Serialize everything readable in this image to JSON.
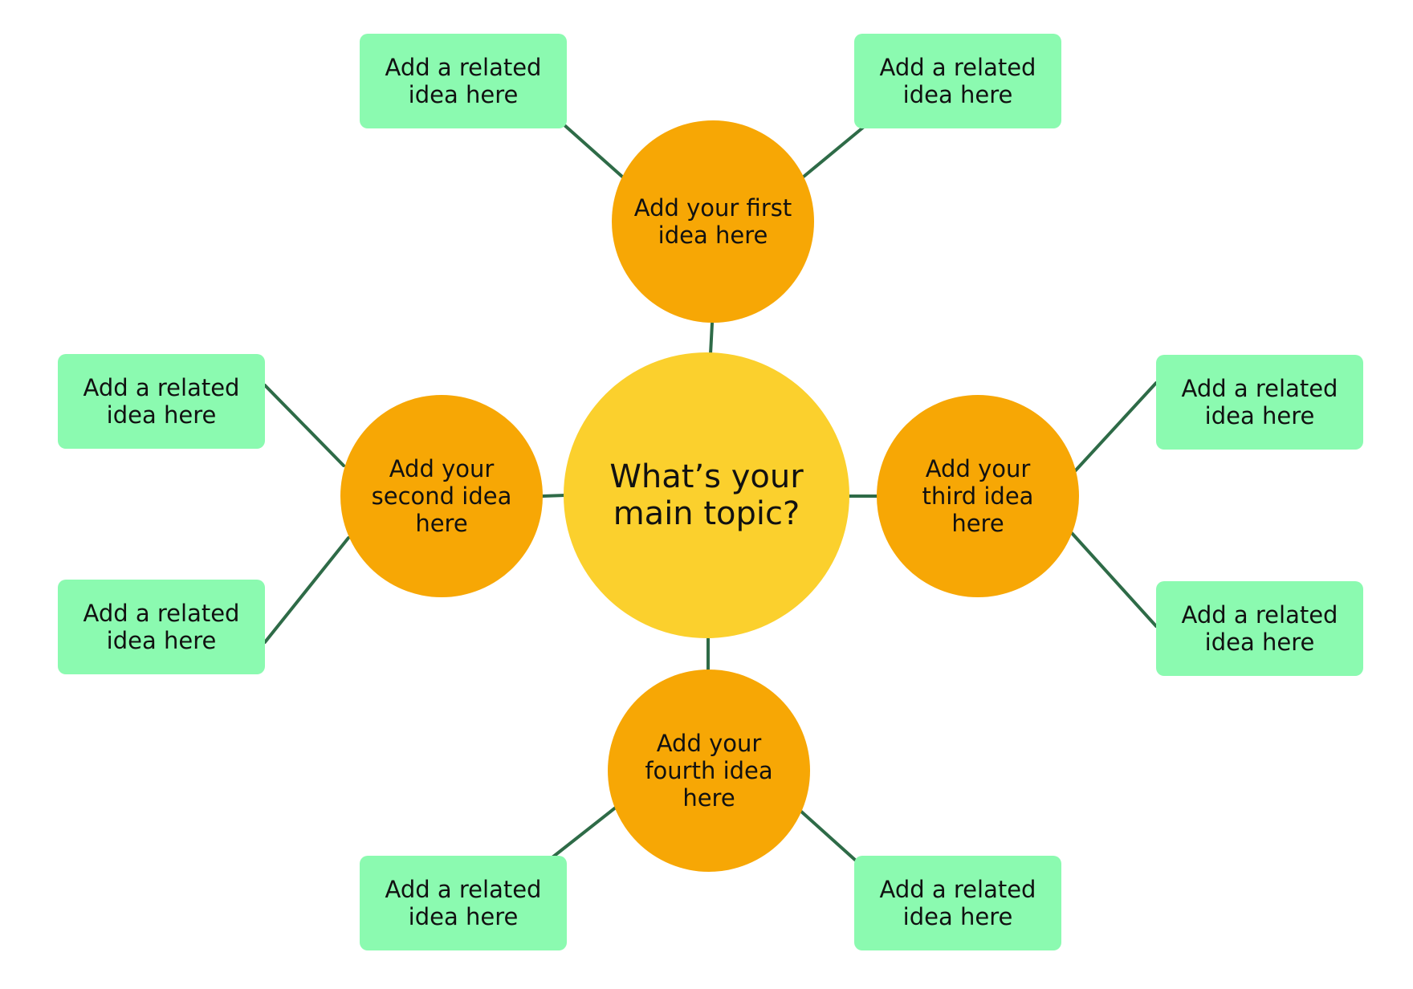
{
  "colors": {
    "main_topic": "#fbd02d",
    "idea": "#f7a705",
    "related": "#8bfab0",
    "connector": "#2e6b47",
    "text": "#111111"
  },
  "main_topic": {
    "label": "What’s your main topic?"
  },
  "ideas": [
    {
      "label": "Add your first idea here",
      "related": [
        {
          "label": "Add a related idea here"
        },
        {
          "label": "Add a related idea here"
        }
      ]
    },
    {
      "label": "Add your second idea here",
      "related": [
        {
          "label": "Add a related idea here"
        },
        {
          "label": "Add a related idea here"
        }
      ]
    },
    {
      "label": "Add your third idea here",
      "related": [
        {
          "label": "Add a related idea here"
        },
        {
          "label": "Add a related idea here"
        }
      ]
    },
    {
      "label": "Add your fourth idea here",
      "related": [
        {
          "label": "Add a related idea here"
        },
        {
          "label": "Add a related idea here"
        }
      ]
    }
  ]
}
